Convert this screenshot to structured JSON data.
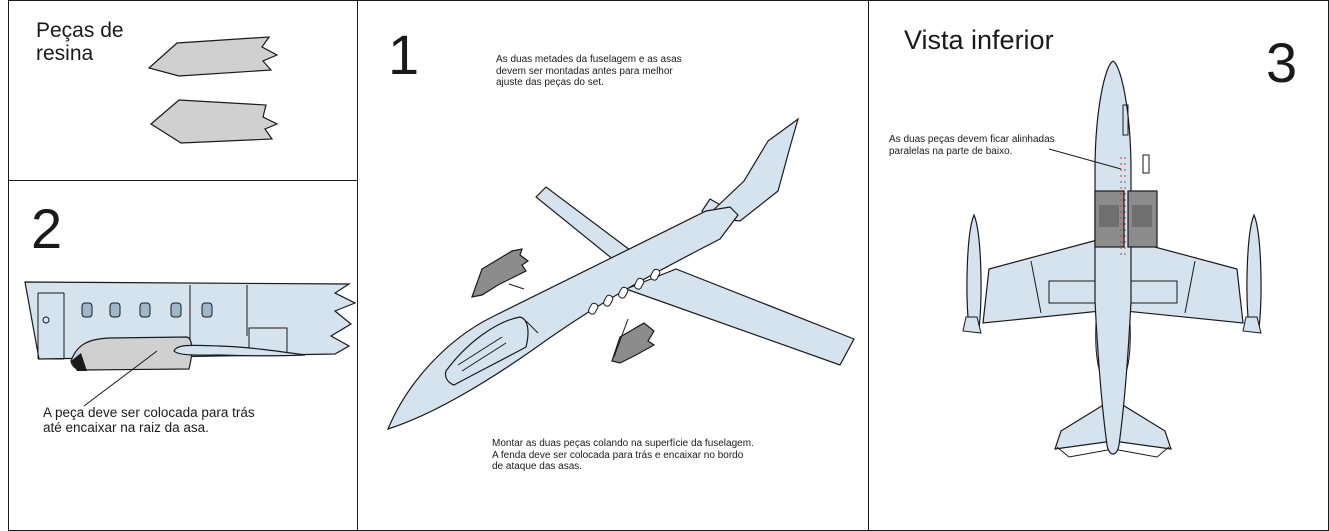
{
  "colors": {
    "fill_blue": "#d4e3ee",
    "fill_grey": "#d0d0d0",
    "fill_dark_grey": "#8c8c8c",
    "stroke": "#1a1a1a",
    "marks_red": "#d33a2c"
  },
  "panel_resin": {
    "title": "Peças de\nresina"
  },
  "panel_step1": {
    "number": "1",
    "top_note": "As duas metades da fuselagem e as asas\ndevem ser montadas antes para melhor\najuste das peças do set.",
    "bottom_note": "Montar as duas peças colando na superfície da fuselagem.\nA fenda deve ser colocada para trás e encaixar no bordo\nde ataque das asas."
  },
  "panel_step2": {
    "number": "2",
    "note": "A peça deve ser colocada para trás\naté encaixar na raiz da asa."
  },
  "panel_step3": {
    "title": "Vista inferior",
    "number": "3",
    "note": "As duas peças devem ficar alinhadas\nparalelas na parte de baixo."
  }
}
